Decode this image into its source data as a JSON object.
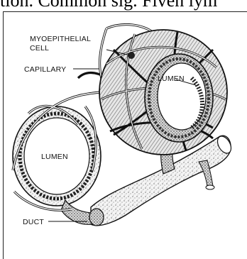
{
  "top_text": "tion. Common sig. Fiven lym",
  "labels": {
    "myoepithelial_line1": "MYOEPITHELIAL",
    "myoepithelial_line2": "CELL",
    "capillary": "CAPILLARY",
    "lumen_upper": "LUMEN",
    "lumen_lower": "LUMEN",
    "duct": "DUCT"
  }
}
